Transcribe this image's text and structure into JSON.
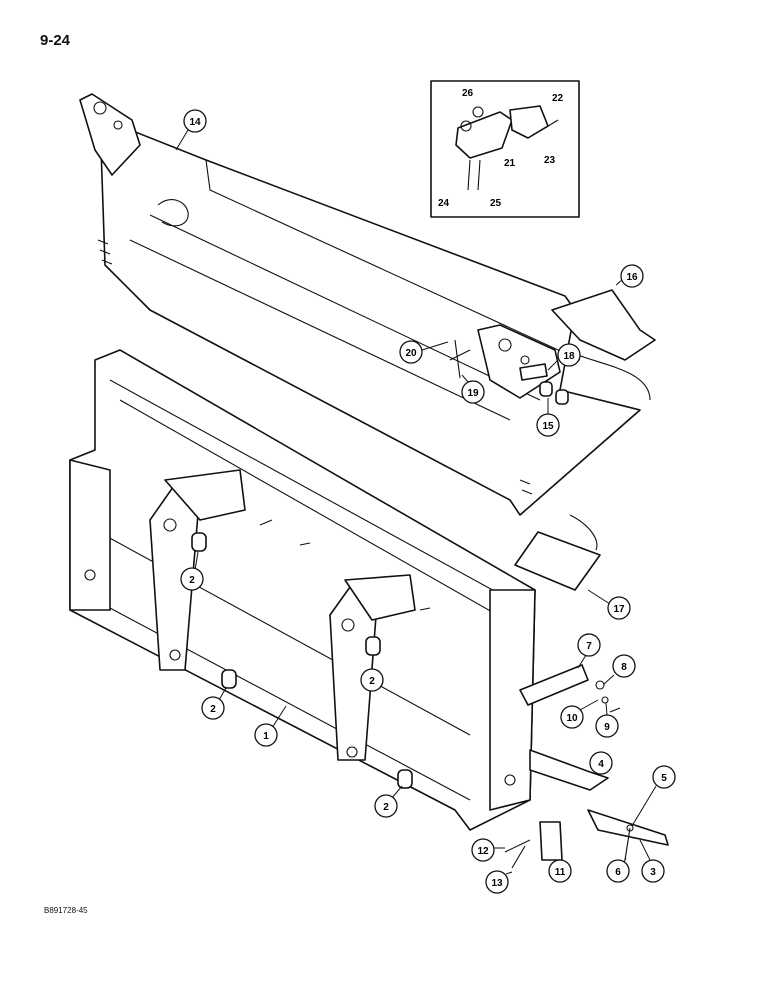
{
  "page": {
    "number": "9-24",
    "figure_code": "B891728-45"
  },
  "callouts": {
    "c1": "1",
    "c2a": "2",
    "c2b": "2",
    "c2c": "2",
    "c2d": "2",
    "c3": "3",
    "c4": "4",
    "c5": "5",
    "c6": "6",
    "c7": "7",
    "c8": "8",
    "c9": "9",
    "c10": "10",
    "c11": "11",
    "c12": "12",
    "c13": "13",
    "c14": "14",
    "c15": "15",
    "c16": "16",
    "c17": "17",
    "c18": "18",
    "c19": "19",
    "c20": "20"
  },
  "inset": {
    "l21": "21",
    "l22": "22",
    "l23": "23",
    "l24": "24",
    "l25": "25",
    "l26": "26"
  }
}
